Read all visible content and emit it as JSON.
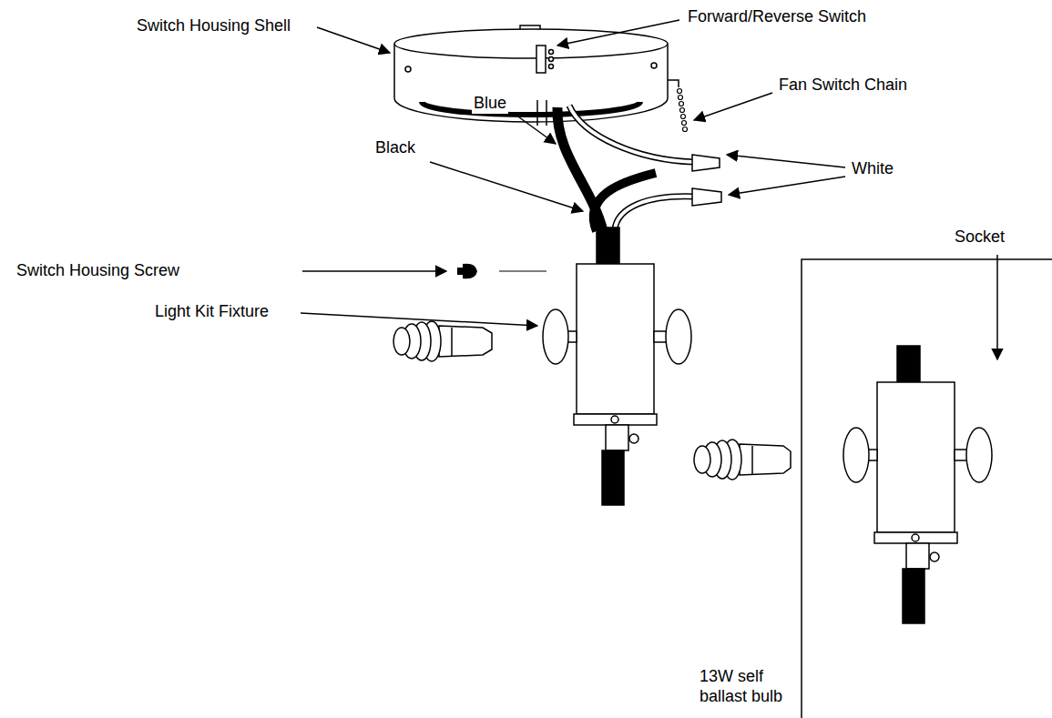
{
  "diagram": {
    "labels": [
      "Switch Housing Shell",
      "Forward/Reverse Switch",
      "Blue",
      "Black",
      "Fan Switch Chain",
      "White",
      "Switch Housing Screw",
      "Light Kit Fixture",
      "Socket",
      "13W self ballast bulb"
    ]
  }
}
